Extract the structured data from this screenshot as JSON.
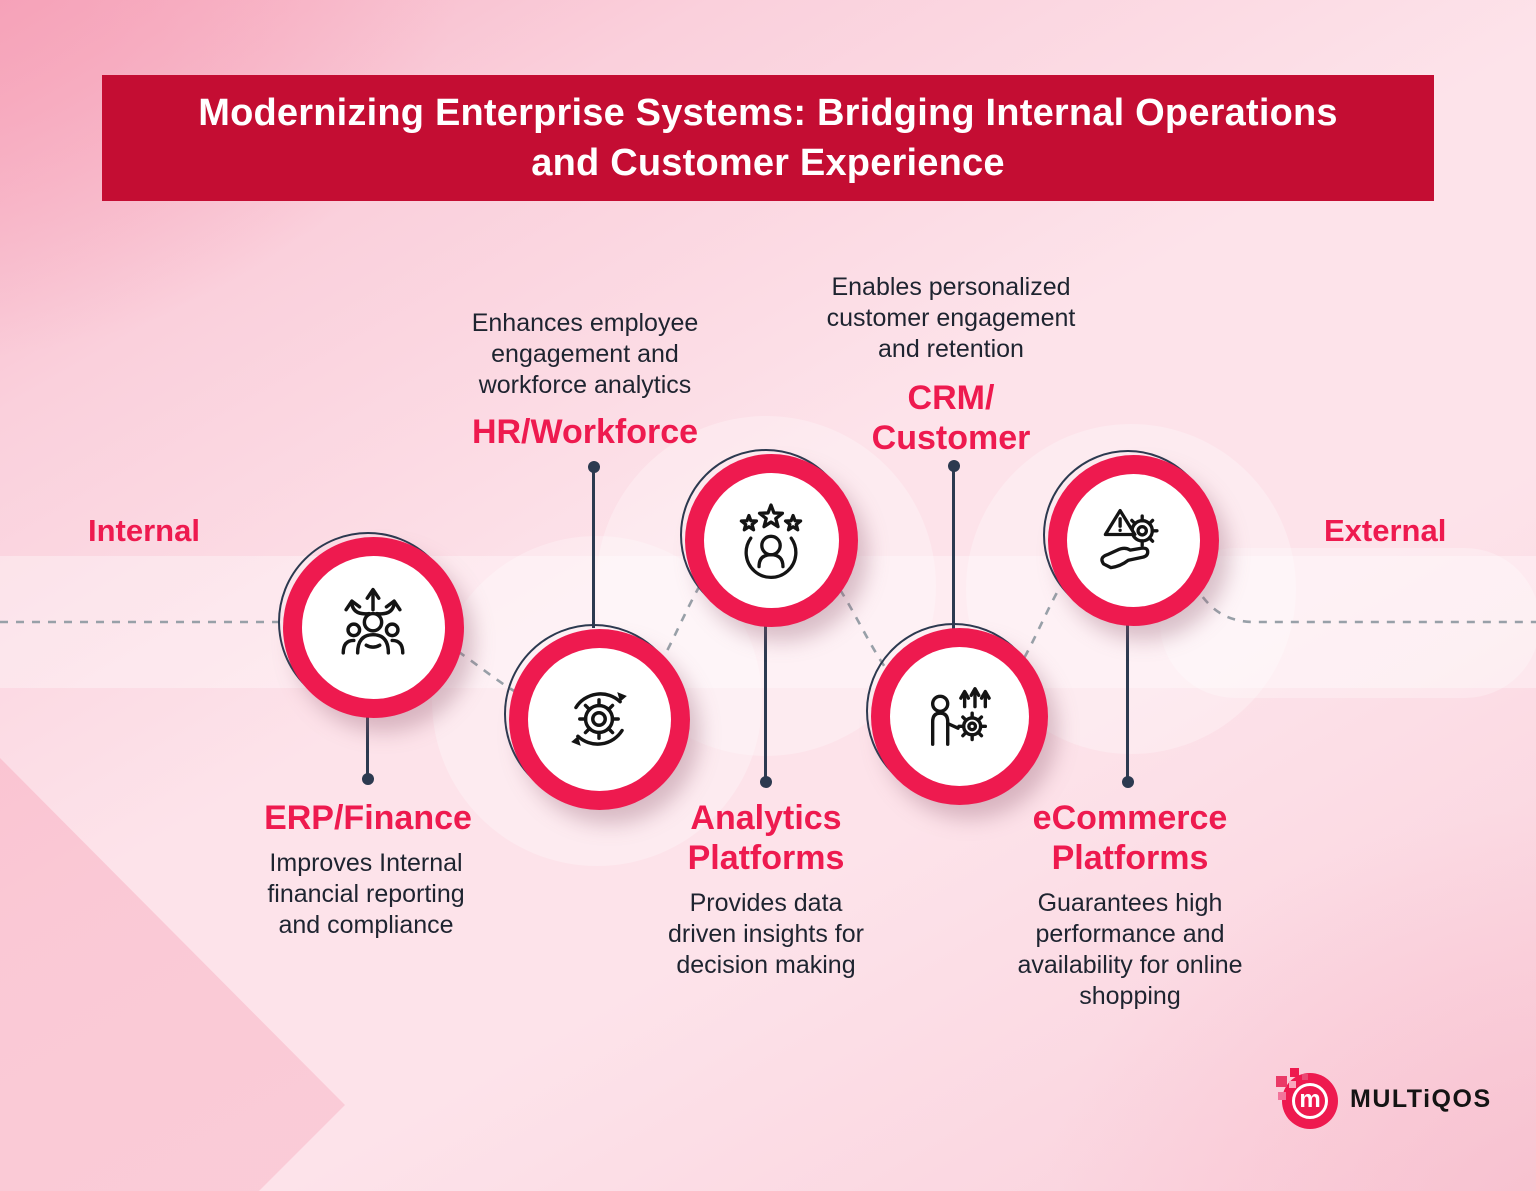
{
  "banner": {
    "title": "Modernizing Enterprise Systems: Bridging Internal Operations and Customer Experience",
    "lines": [
      "Modernizing Enterprise Systems: Bridging Internal Operations",
      "and Customer Experience"
    ]
  },
  "side_labels": {
    "left": "Internal",
    "right": "External"
  },
  "nodes": [
    {
      "id": "erp-finance",
      "title": "ERP/Finance",
      "description": "Improves Internal financial reporting and compliance",
      "icon": "decision-paths-icon",
      "label_position": "below"
    },
    {
      "id": "hr-workforce",
      "title": "HR/Workforce",
      "description": "Enhances employee engagement and workforce analytics",
      "icon": "process-gear-sync-icon",
      "label_position": "above"
    },
    {
      "id": "analytics-platforms",
      "title": "Analytics Platforms",
      "description": "Provides data driven insights for decision making",
      "icon": "customer-rating-icon",
      "label_position": "below"
    },
    {
      "id": "crm-customer",
      "title": "CRM/ Customer",
      "description": "Enables personalized customer engagement and retention",
      "icon": "growth-gear-person-icon",
      "label_position": "above"
    },
    {
      "id": "ecommerce-platforms",
      "title": "eCommerce Platforms",
      "description": "Guarantees high performance and availability for online shopping",
      "icon": "risk-gear-hand-icon",
      "label_position": "below"
    }
  ],
  "logo": {
    "brand": "MULTiQOS",
    "monogram": "m"
  },
  "colors": {
    "accent": "#EE1A4F",
    "banner": "#C40D33",
    "dark": "#2C3A50",
    "text": "#1E2430",
    "dashed": "#98A0A8"
  }
}
